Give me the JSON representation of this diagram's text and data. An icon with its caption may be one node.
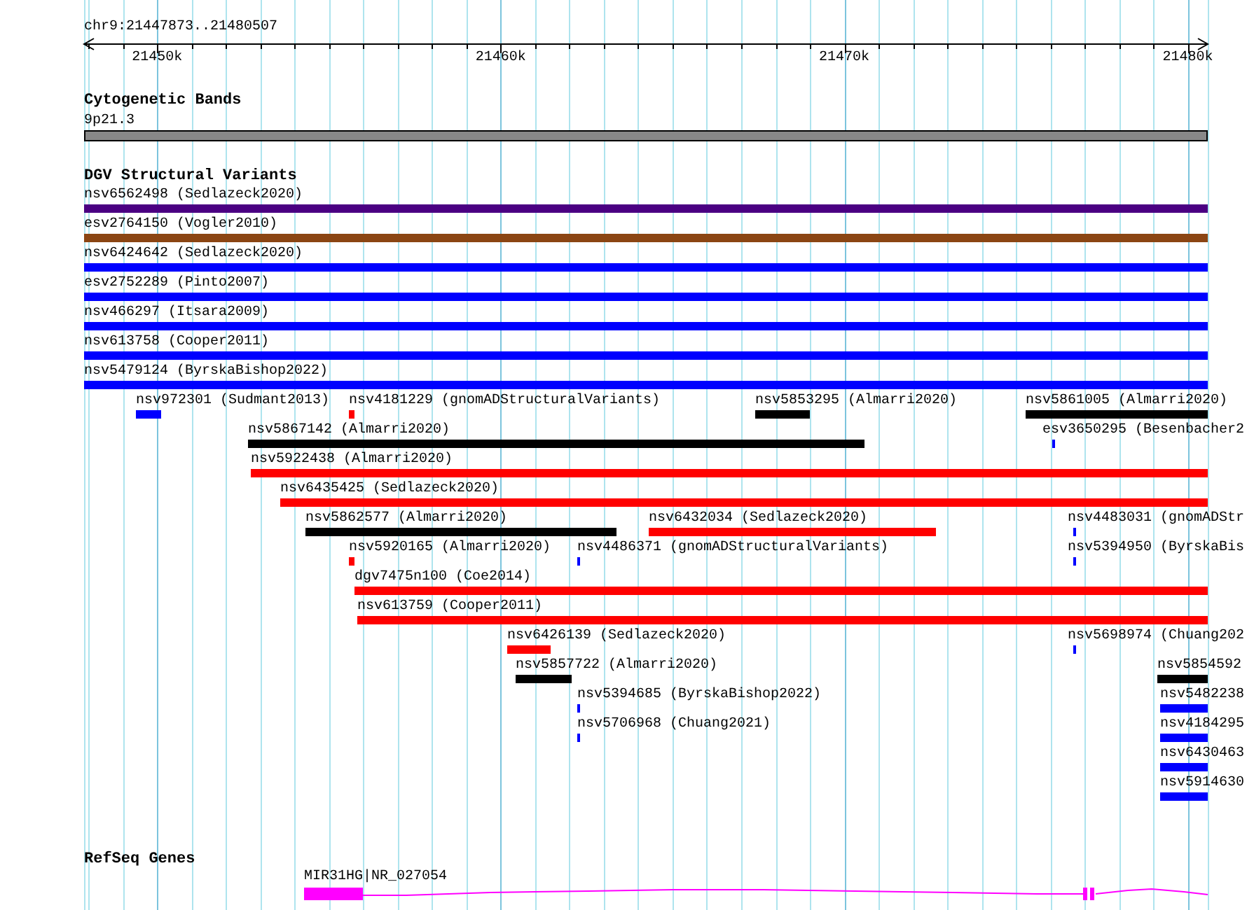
{
  "diagram": {
    "nodes": [
      {
        "text": [
          "9p21.3"
        ]
      },
      {
        "text": [
          "nsv6562498 (Sedlazeck2020)"
        ]
      },
      {
        "text": [
          "esv2764150 (Vogler2010)"
        ]
      },
      {
        "text": [
          "nsv6424642 (Sedlazeck2020)"
        ]
      },
      {
        "text": [
          "esv2752289 (Pinto2007)"
        ]
      },
      {
        "text": [
          "nsv466297 (Itsara2009)"
        ]
      },
      {
        "text": [
          "nsv613758 (Cooper2011)"
        ]
      },
      {
        "text": [
          "nsv5479124 (ByrskaBishop2022)"
        ]
      },
      {
        "text": [
          "nsv972301 (Sudmant2013)"
        ]
      },
      {
        "text": [
          "nsv4181229 (gnomADStructuralVariants)"
        ]
      },
      {
        "text": [
          "nsv5853295 (Almarri2020)"
        ]
      },
      {
        "text": [
          "nsv5861005 (Almarri2020)"
        ]
      },
      {
        "text": [
          "nsv5867142 (Almarri2020)"
        ]
      },
      {
        "text": [
          "esv3650295 (Besenbacher2"
        ]
      },
      {
        "text": [
          "nsv5922438 (Almarri2020)"
        ]
      },
      {
        "text": [
          "nsv6435425 (Sedlazeck2020)"
        ]
      },
      {
        "text": [
          "nsv5862577 (Almarri2020)"
        ]
      },
      {
        "text": [
          "nsv6432034 (Sedlazeck2020)"
        ]
      },
      {
        "text": [
          "nsv4483031 (gnomADStr"
        ]
      },
      {
        "text": [
          "nsv5920165 (Almarri2020)"
        ]
      },
      {
        "text": [
          "nsv4486371 (gnomADStructuralVariants)"
        ]
      },
      {
        "text": [
          "nsv5394950 (ByrskaBis"
        ]
      },
      {
        "text": [
          "dgv7475n100 (Coe2014)"
        ]
      },
      {
        "text": [
          "nsv613759 (Cooper2011)"
        ]
      },
      {
        "text": [
          "nsv6426139 (Sedlazeck2020)"
        ]
      },
      {
        "text": [
          "nsv5698974 (Chuang202"
        ]
      },
      {
        "text": [
          "nsv5857722 (Almarri2020)"
        ]
      },
      {
        "text": [
          "nsv5854592"
        ]
      },
      {
        "text": [
          "nsv5394685 (ByrskaBishop2022)"
        ]
      },
      {
        "text": [
          "nsv5482238"
        ]
      },
      {
        "text": [
          "nsv5706968 (Chuang2021)"
        ]
      },
      {
        "text": [
          "nsv4184295"
        ]
      },
      {
        "text": [
          "nsv6430463"
        ]
      },
      {
        "text": [
          "nsv5914630"
        ]
      },
      {
        "text": [
          "MIR31HG|NR_027054"
        ]
      }
    ],
    "labels": [
      "chr9:21447873..21480507",
      "21450k",
      "21460k",
      "21470k",
      "21480k",
      "Cytogenetic Bands",
      "DGV Structural Variants",
      "RefSeq Genes"
    ]
  }
}
